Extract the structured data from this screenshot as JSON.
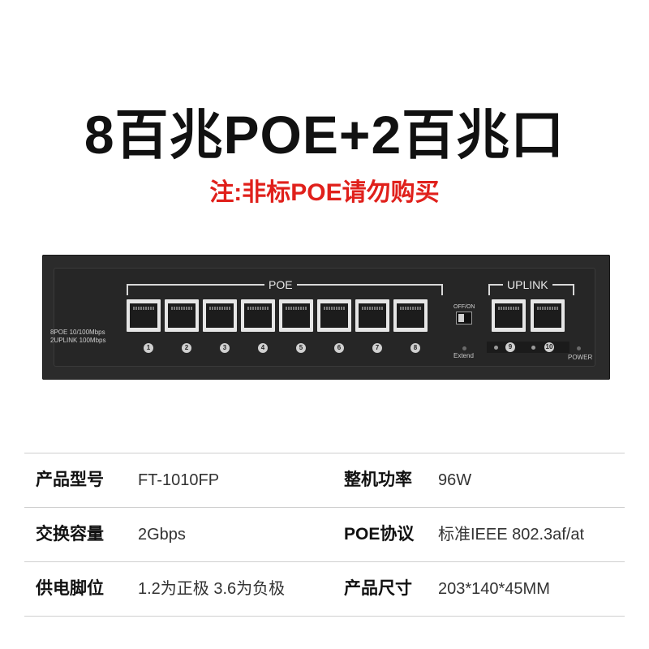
{
  "header": {
    "title": "8百兆POE+2百兆口",
    "subtitle": "注:非标POE请勿购买"
  },
  "device": {
    "spec_line1": "8POE 10/100Mbps",
    "spec_line2": "2UPLINK 100Mbps",
    "poe_group_label": "POE",
    "uplink_group_label": "UPLINK",
    "poe_port_numbers": [
      "1",
      "2",
      "3",
      "4",
      "5",
      "6",
      "7",
      "8"
    ],
    "uplink_port_numbers": [
      "9",
      "10"
    ],
    "switch_label": "OFF/ON",
    "extend_label": "Extend",
    "power_label": "POWER"
  },
  "specs": [
    {
      "left_key": "产品型号",
      "left_value": "FT-1010FP",
      "right_key": "整机功率",
      "right_value": "96W"
    },
    {
      "left_key": "交换容量",
      "left_value": "2Gbps",
      "right_key": "POE协议",
      "right_value": "标准IEEE 802.3af/at"
    },
    {
      "left_key": "供电脚位",
      "left_value": "1.2为正极 3.6为负极",
      "right_key": "产品尺寸",
      "right_value": "203*140*45MM"
    }
  ],
  "colors": {
    "accent_red": "#e0201b",
    "device_body": "#2b2b2b"
  }
}
